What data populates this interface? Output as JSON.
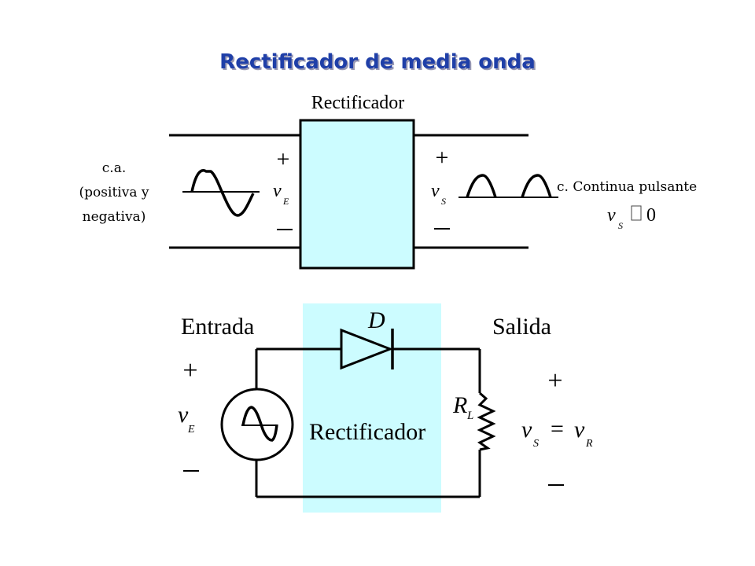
{
  "title": "Rectificador de media onda",
  "top_diagram": {
    "block_label": "Rectificador",
    "block_color": "#ccfcff",
    "input_note": [
      "c.a.",
      "(positiva y",
      "negativa)"
    ],
    "output_note": "c. Continua pulsante",
    "output_condition": {
      "var": "v",
      "sub": "S",
      "rel": "",
      "value": "0"
    },
    "input_voltage": {
      "var": "v",
      "sub": "E"
    },
    "output_voltage": {
      "var": "v",
      "sub": "S"
    },
    "plus": "+",
    "minus": "_"
  },
  "bottom_diagram": {
    "input_label": "Entrada",
    "output_label": "Salida",
    "diode_label": "D",
    "block_label": "Rectificador",
    "block_color": "#ccfcff",
    "input_voltage": {
      "var": "v",
      "sub": "E"
    },
    "resistor_label": {
      "var": "R",
      "sub": "L"
    },
    "output_voltage": {
      "var": "v",
      "sub": "S",
      "eq": "=",
      "var2": "v",
      "sub2": "R"
    },
    "plus": "+",
    "minus": "_"
  }
}
